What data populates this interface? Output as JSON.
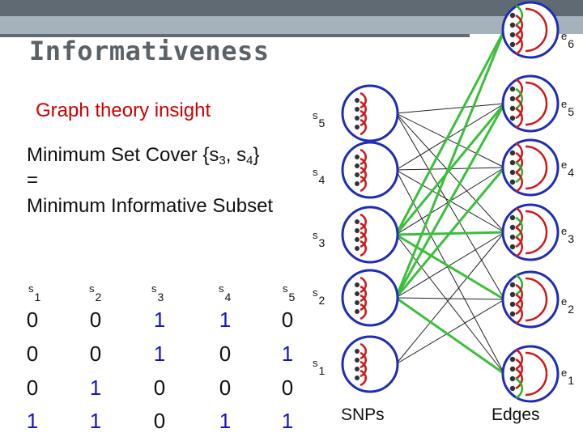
{
  "slide": {
    "title": "Informativeness",
    "subtitle": "Graph theory insight",
    "line1_prefix": "Minimum Set Cover  {s",
    "line1_sub1": "3",
    "line1_mid": ", s",
    "line1_sub2": "4",
    "line1_suffix": "}",
    "line2": "=",
    "line3": "Minimum Informative Subset"
  },
  "table": {
    "headers": [
      {
        "letter": "s",
        "num": "1"
      },
      {
        "letter": "s",
        "num": "2"
      },
      {
        "letter": "s",
        "num": "3"
      },
      {
        "letter": "s",
        "num": "4"
      },
      {
        "letter": "s",
        "num": "5"
      }
    ],
    "rows": [
      [
        "0",
        "0",
        "1",
        "1",
        "0"
      ],
      [
        "0",
        "0",
        "1",
        "0",
        "1"
      ],
      [
        "0",
        "1",
        "0",
        "0",
        "0"
      ],
      [
        "1",
        "1",
        "0",
        "1",
        "1"
      ]
    ]
  },
  "graph": {
    "snp_labels": [
      {
        "letter": "s",
        "num": "5"
      },
      {
        "letter": "s",
        "num": "4"
      },
      {
        "letter": "s",
        "num": "3"
      },
      {
        "letter": "s",
        "num": "2"
      },
      {
        "letter": "s",
        "num": "1"
      }
    ],
    "edge_labels": [
      {
        "letter": "e",
        "num": "6"
      },
      {
        "letter": "e",
        "num": "5"
      },
      {
        "letter": "e",
        "num": "4"
      },
      {
        "letter": "e",
        "num": "3"
      },
      {
        "letter": "e",
        "num": "2"
      },
      {
        "letter": "e",
        "num": "1"
      }
    ],
    "snps_label": "SNPs",
    "edges_label": "Edges",
    "colors": {
      "node_ring": "#1f2db5",
      "arc": "#d01818",
      "green": "#22b722",
      "thin_line": "#222222",
      "highlight_line": "#3bbf3b",
      "dot": "#333333"
    }
  }
}
